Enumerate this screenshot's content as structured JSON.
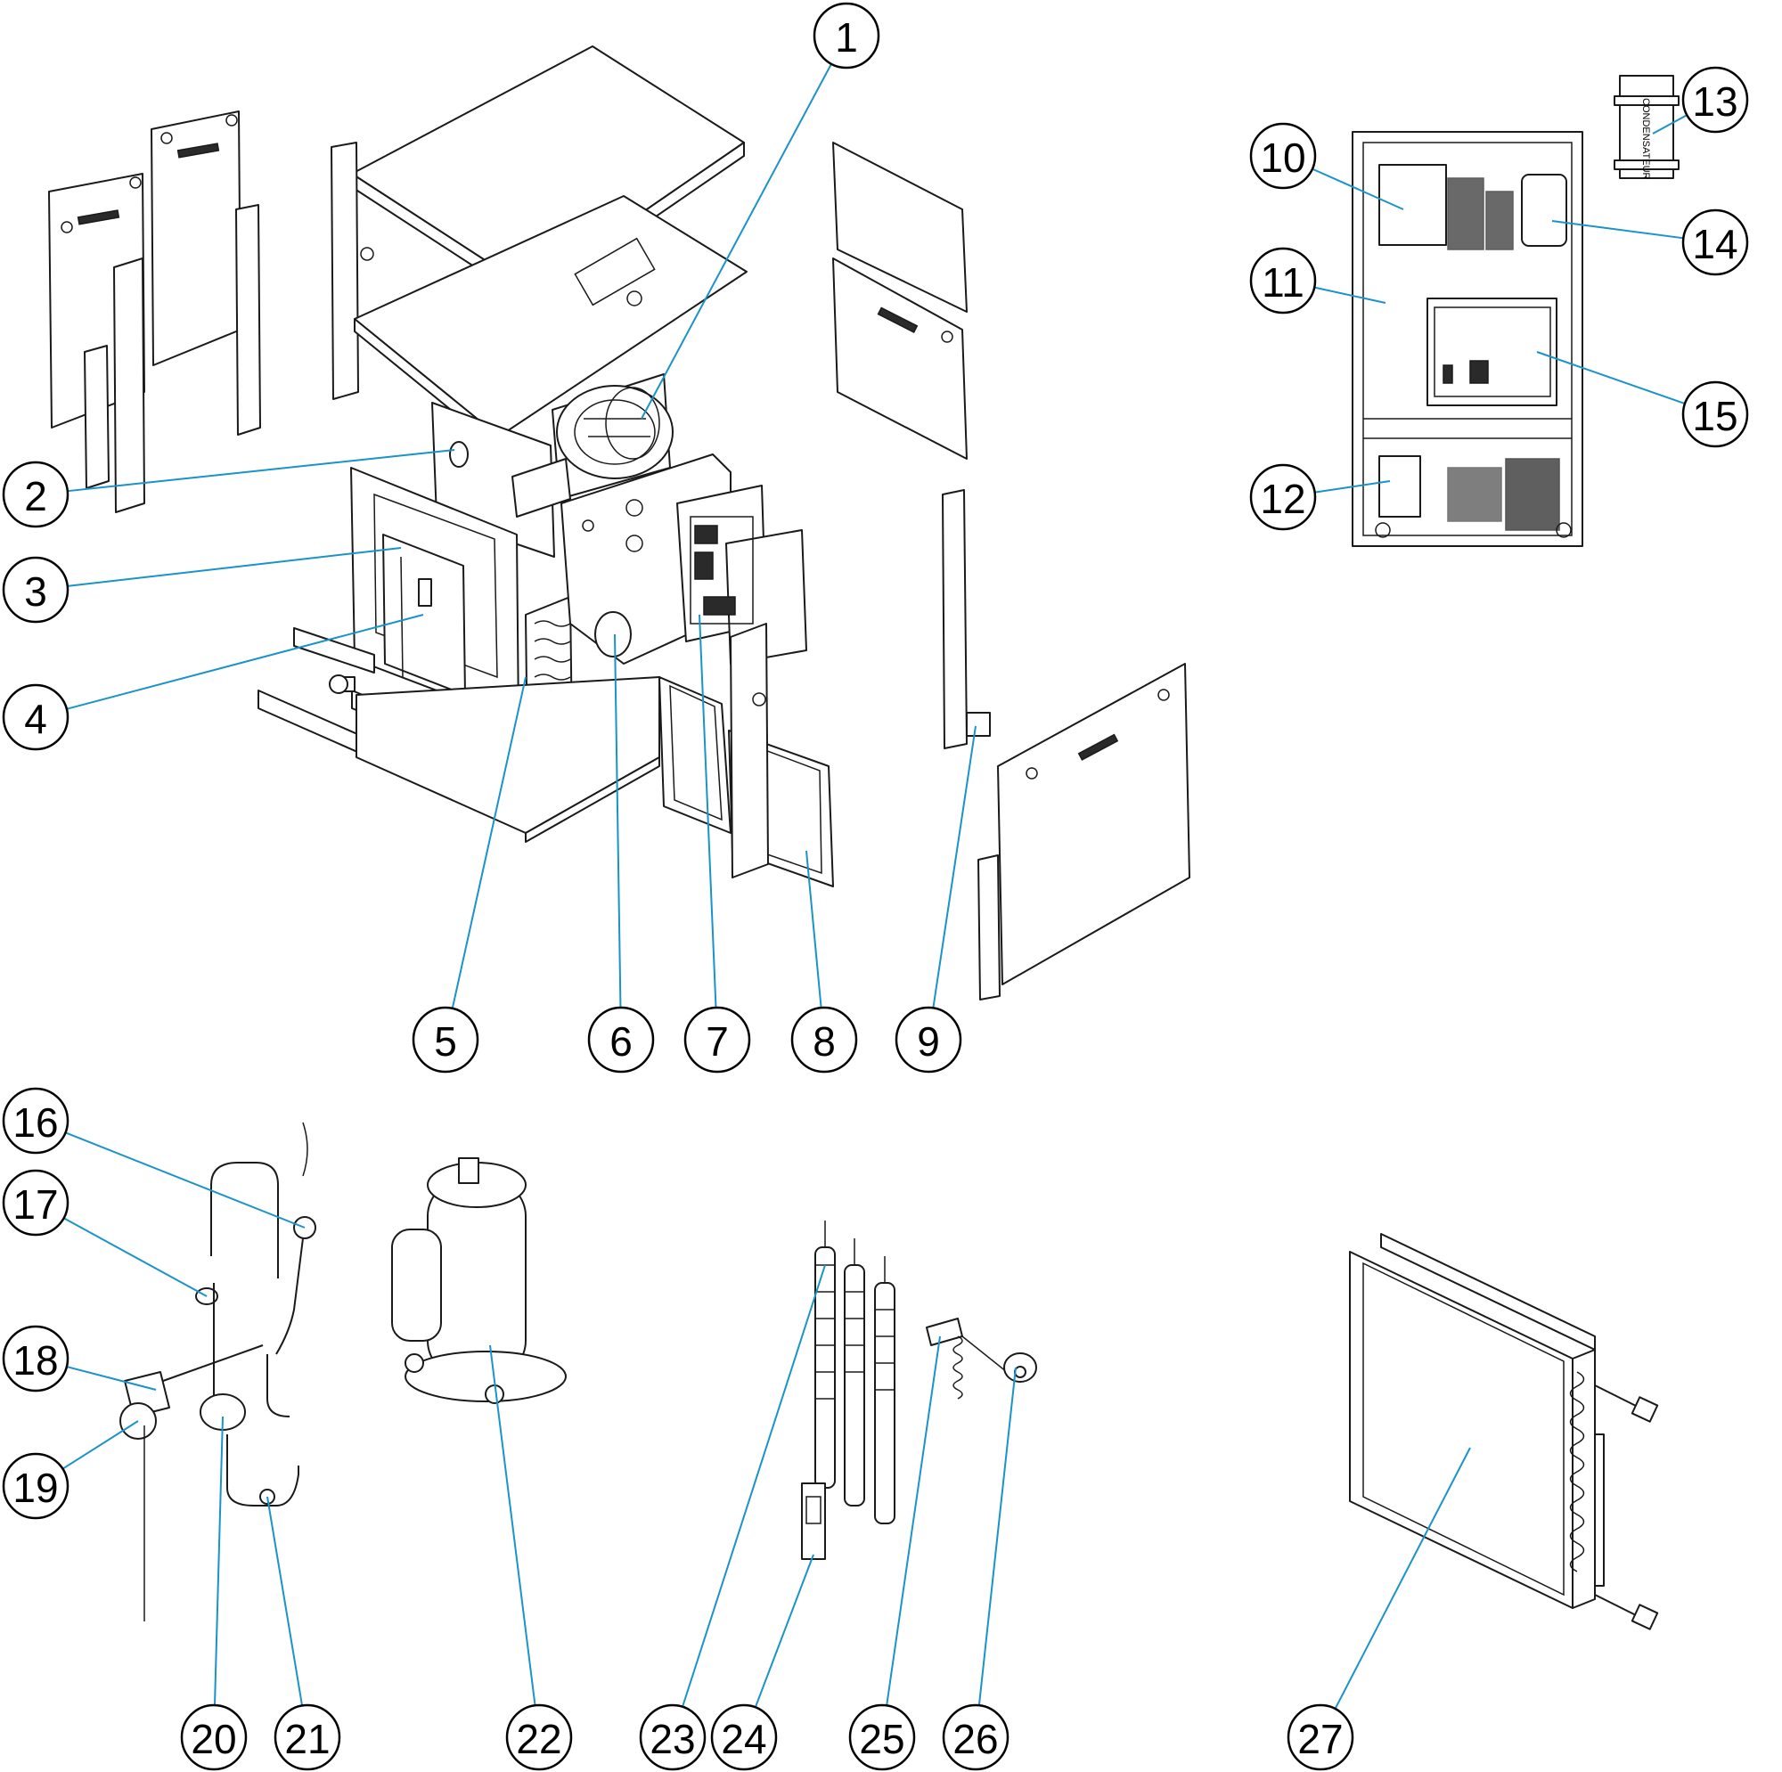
{
  "colors": {
    "leader": "#1a93c9",
    "line": "#1a1a1a",
    "background": "#ffffff"
  },
  "device_label": "CONDENSATEUR",
  "callouts": [
    "1",
    "2",
    "3",
    "4",
    "5",
    "6",
    "7",
    "8",
    "9",
    "10",
    "11",
    "12",
    "13",
    "14",
    "15",
    "16",
    "17",
    "18",
    "19",
    "20",
    "21",
    "22",
    "23",
    "24",
    "25",
    "26",
    "27"
  ]
}
